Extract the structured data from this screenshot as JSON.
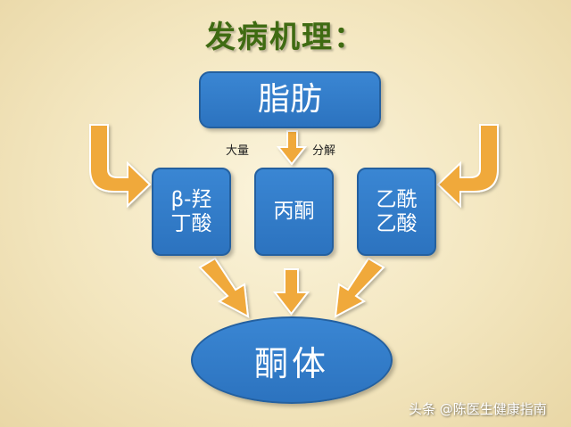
{
  "title": "发病机理：",
  "nodes": {
    "fat": "脂肪",
    "bhb_line1": "β-羟",
    "bhb_line2": "丁酸",
    "acetone": "丙酮",
    "acac_line1": "乙酰",
    "acac_line2": "乙酸",
    "ketone": "酮体"
  },
  "labels": {
    "large_amount": "大量",
    "decompose": "分解"
  },
  "watermark": "头条 @陈医生健康指南",
  "colors": {
    "box_fill": "#2f78c5",
    "arrow_fill": "#f0a93a",
    "title": "#3f6b12"
  }
}
